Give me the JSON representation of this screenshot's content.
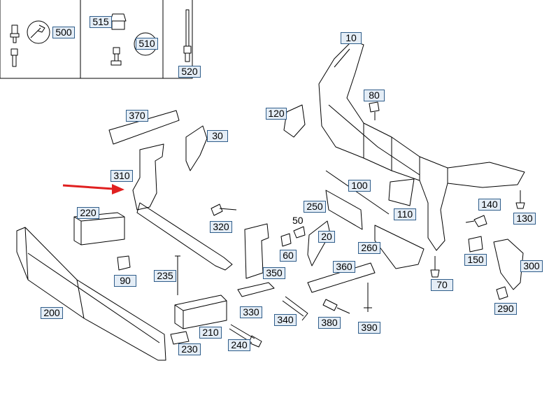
{
  "labels": {
    "p10": "10",
    "p20": "20",
    "p30": "30",
    "p50": "50",
    "p60": "60",
    "p70": "70",
    "p80": "80",
    "p90": "90",
    "p100": "100",
    "p110": "110",
    "p120": "120",
    "p130": "130",
    "p140": "140",
    "p150": "150",
    "p200": "200",
    "p210": "210",
    "p220": "220",
    "p230": "230",
    "p235": "235",
    "p240": "240",
    "p250": "250",
    "p260": "260",
    "p290": "290",
    "p300": "300",
    "p310": "310",
    "p320": "320",
    "p330": "330",
    "p340": "340",
    "p350": "350",
    "p360": "360",
    "p370": "370",
    "p380": "380",
    "p390": "390",
    "p500": "500",
    "p510": "510",
    "p515": "515",
    "p520": "520"
  },
  "colors": {
    "label_fill": "#e4edf6",
    "label_border": "#2f5d8a",
    "pointer_arrow": "#e02020"
  }
}
